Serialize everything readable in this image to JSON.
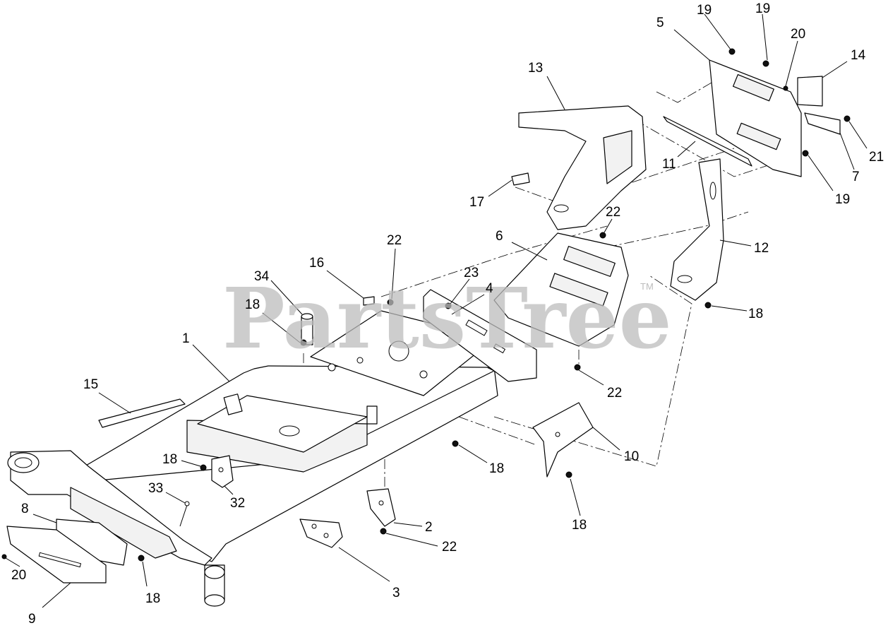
{
  "watermark": {
    "text": "PartsTree",
    "trademark": "TM",
    "color": "#bdbdbd"
  },
  "callouts": [
    {
      "id": "c1",
      "label": "1"
    },
    {
      "id": "c2",
      "label": "2"
    },
    {
      "id": "c3",
      "label": "3"
    },
    {
      "id": "c4",
      "label": "4"
    },
    {
      "id": "c5",
      "label": "5"
    },
    {
      "id": "c6",
      "label": "6"
    },
    {
      "id": "c7",
      "label": "7"
    },
    {
      "id": "c8",
      "label": "8"
    },
    {
      "id": "c9",
      "label": "9"
    },
    {
      "id": "c10",
      "label": "10"
    },
    {
      "id": "c11",
      "label": "11"
    },
    {
      "id": "c12",
      "label": "12"
    },
    {
      "id": "c13",
      "label": "13"
    },
    {
      "id": "c14",
      "label": "14"
    },
    {
      "id": "c15",
      "label": "15"
    },
    {
      "id": "c16",
      "label": "16"
    },
    {
      "id": "c17",
      "label": "17"
    },
    {
      "id": "c18a",
      "label": "18"
    },
    {
      "id": "c18b",
      "label": "18"
    },
    {
      "id": "c18c",
      "label": "18"
    },
    {
      "id": "c18d",
      "label": "18"
    },
    {
      "id": "c18e",
      "label": "18"
    },
    {
      "id": "c18f",
      "label": "18"
    },
    {
      "id": "c19a",
      "label": "19"
    },
    {
      "id": "c19b",
      "label": "19"
    },
    {
      "id": "c19c",
      "label": "19"
    },
    {
      "id": "c20a",
      "label": "20"
    },
    {
      "id": "c20b",
      "label": "20"
    },
    {
      "id": "c21",
      "label": "21"
    },
    {
      "id": "c22a",
      "label": "22"
    },
    {
      "id": "c22b",
      "label": "22"
    },
    {
      "id": "c22c",
      "label": "22"
    },
    {
      "id": "c22d",
      "label": "22"
    },
    {
      "id": "c23",
      "label": "23"
    },
    {
      "id": "c32",
      "label": "32"
    },
    {
      "id": "c33",
      "label": "33"
    },
    {
      "id": "c34",
      "label": "34"
    }
  ]
}
